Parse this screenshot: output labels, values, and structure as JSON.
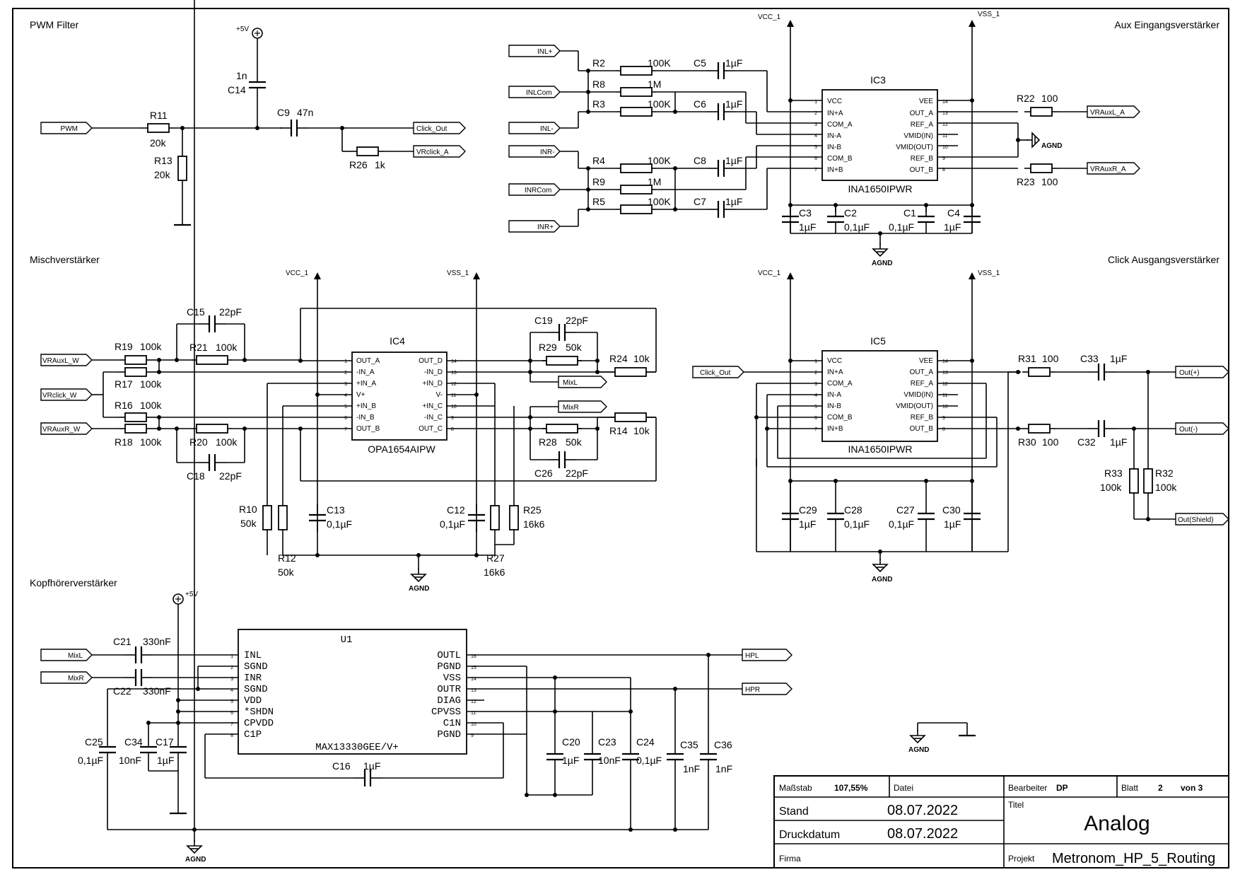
{
  "sections": {
    "pwm_filter": "PWM Filter",
    "aux": "Aux Eingangsverstärker",
    "misch": "Mischverstärker",
    "click_out": "Click Ausgangsverstärker",
    "kopf": "Kopfhörerverstärker"
  },
  "rails": {
    "vcc": "VCC_1",
    "vss": "VSS_1",
    "p5v": "+5V",
    "agnd": "AGND"
  },
  "pwm": {
    "port_pwm": "PWM",
    "port_click_out": "Click_Out",
    "port_vrclick_a": "VRclick_A",
    "R11": "R11",
    "R11v": "20k",
    "R13": "R13",
    "R13v": "20k",
    "C14": "C14",
    "C14v": "1n",
    "C9": "C9",
    "C9v": "47n",
    "R26": "R26",
    "R26v": "1k"
  },
  "aux": {
    "ports": [
      "INL+",
      "INLCom",
      "INL-",
      "INR-",
      "INRCom",
      "INR+",
      "VRAuxL_A",
      "VRAuxR_A"
    ],
    "R2": "R2",
    "R2v": "100K",
    "R8": "R8",
    "R8v": "1M",
    "R3": "R3",
    "R3v": "100K",
    "R4": "R4",
    "R4v": "100K",
    "R9": "R9",
    "R9v": "1M",
    "R5": "R5",
    "R5v": "100K",
    "C5": "C5",
    "C6": "C6",
    "C7": "C7",
    "C8": "C8",
    "cv": "1µF",
    "R22": "R22",
    "R22v": "100",
    "R23": "R23",
    "R23v": "100",
    "C3": "C3",
    "C3v": "1µF",
    "C2": "C2",
    "C2v": "0,1µF",
    "C1": "C1",
    "C1v": "0,1µF",
    "C4": "C4",
    "C4v": "1µF",
    "ic": "IC3",
    "part": "INA1650IPWR",
    "left_pins": [
      "VCC",
      "IN+A",
      "COM_A",
      "IN-A",
      "IN-B",
      "COM_B",
      "IN+B"
    ],
    "right_pins": [
      "VEE",
      "OUT_A",
      "REF_A",
      "VMID(IN)",
      "VMID(OUT)",
      "REF_B",
      "OUT_B"
    ]
  },
  "misch": {
    "ports": [
      "VRAuxL_W",
      "VRclick_W",
      "VRAuxR_W",
      "MixL",
      "MixR"
    ],
    "ic": "IC4",
    "part": "OPA1654AIPW",
    "left_pins": [
      "OUT_A",
      "-IN_A",
      "+IN_A",
      "V+",
      "+IN_B",
      "-IN_B",
      "OUT_B"
    ],
    "right_pins": [
      "OUT_D",
      "-IN_D",
      "+IN_D",
      "V-",
      "+IN_C",
      "-IN_C",
      "OUT_C"
    ],
    "R19": "R19",
    "R19v": "100k",
    "R17": "R17",
    "R17v": "100k",
    "R16": "R16",
    "R16v": "100k",
    "R18": "R18",
    "R18v": "100k",
    "R21": "R21",
    "R21v": "100k",
    "R20": "R20",
    "R20v": "100k",
    "C15": "C15",
    "C15v": "22pF",
    "C18": "C18",
    "C18v": "22pF",
    "C19": "C19",
    "C19v": "22pF",
    "C26": "C26",
    "C26v": "22pF",
    "R29": "R29",
    "R29v": "50k",
    "R28": "R28",
    "R28v": "50k",
    "R24": "R24",
    "R24v": "10k",
    "R14": "R14",
    "R14v": "10k",
    "R10": "R10",
    "R10v": "50k",
    "R12": "R12",
    "R12v": "50k",
    "C13": "C13",
    "C13v": "0,1µF",
    "C12": "C12",
    "C12v": "0,1µF",
    "R25": "R25",
    "R25v": "16k6",
    "R27": "R27",
    "R27v": "16k6"
  },
  "clickout": {
    "ports": [
      "Click_Out",
      "Out(+)",
      "Out(-)",
      "Out(Shield)"
    ],
    "ic": "IC5",
    "part": "INA1650IPWR",
    "left_pins": [
      "VCC",
      "IN+A",
      "COM_A",
      "IN-A",
      "IN-B",
      "COM_B",
      "IN+B"
    ],
    "right_pins": [
      "VEE",
      "OUT_A",
      "REF_A",
      "VMID(IN)",
      "VMID(OUT)",
      "REF_B",
      "OUT_B"
    ],
    "R31": "R31",
    "R31v": "100",
    "R30": "R30",
    "R30v": "100",
    "C33": "C33",
    "C33v": "1µF",
    "C32": "C32",
    "C32v": "1µF",
    "R33": "R33",
    "R33v": "100k",
    "R32": "R32",
    "R32v": "100k",
    "C29": "C29",
    "C29v": "1µF",
    "C28": "C28",
    "C28v": "0,1µF",
    "C27": "C27",
    "C27v": "0,1µF",
    "C30": "C30",
    "C30v": "1µF"
  },
  "kopf": {
    "ports": [
      "MixL",
      "MixR",
      "HPL",
      "HPR"
    ],
    "ic": "U1",
    "part": "MAX13330GEE/V+",
    "left_pins": [
      "INL",
      "SGND",
      "INR",
      "SGND",
      "VDD",
      "*SHDN",
      "CPVDD",
      "C1P"
    ],
    "right_pins": [
      "OUTL",
      "PGND",
      "VSS",
      "OUTR",
      "DIAG",
      "CPVSS",
      "C1N",
      "PGND"
    ],
    "C21": "C21",
    "C21v": "330nF",
    "C22": "C22",
    "C22v": "330nF",
    "C25": "C25",
    "C25v": "0,1µF",
    "C34": "C34",
    "C34v": "10nF",
    "C17": "C17",
    "C17v": "1µF",
    "C16": "C16",
    "C16v": "1µF",
    "C20": "C20",
    "C20v": "1µF",
    "C23": "C23",
    "C23v": "10nF",
    "C24": "C24",
    "C24v": "0,1µF",
    "C35": "C35",
    "C35v": "1nF",
    "C36": "C36",
    "C36v": "1nF"
  },
  "titleblock": {
    "massstab_label": "Maßstab",
    "massstab_value": "107,55%",
    "datei_label": "Datei",
    "bearbeiter_label": "Bearbeiter",
    "bearbeiter_value": "DP",
    "blatt_label": "Blatt",
    "blatt_value": "2",
    "von_label": "von 3",
    "stand_label": "Stand",
    "stand_value": "08.07.2022",
    "druckdatum_label": "Druckdatum",
    "druckdatum_value": "08.07.2022",
    "titel_label": "Titel",
    "titel_value": "Analog",
    "firma_label": "Firma",
    "projekt_label": "Projekt",
    "projekt_value": "Metronom_HP_5_Routing"
  }
}
